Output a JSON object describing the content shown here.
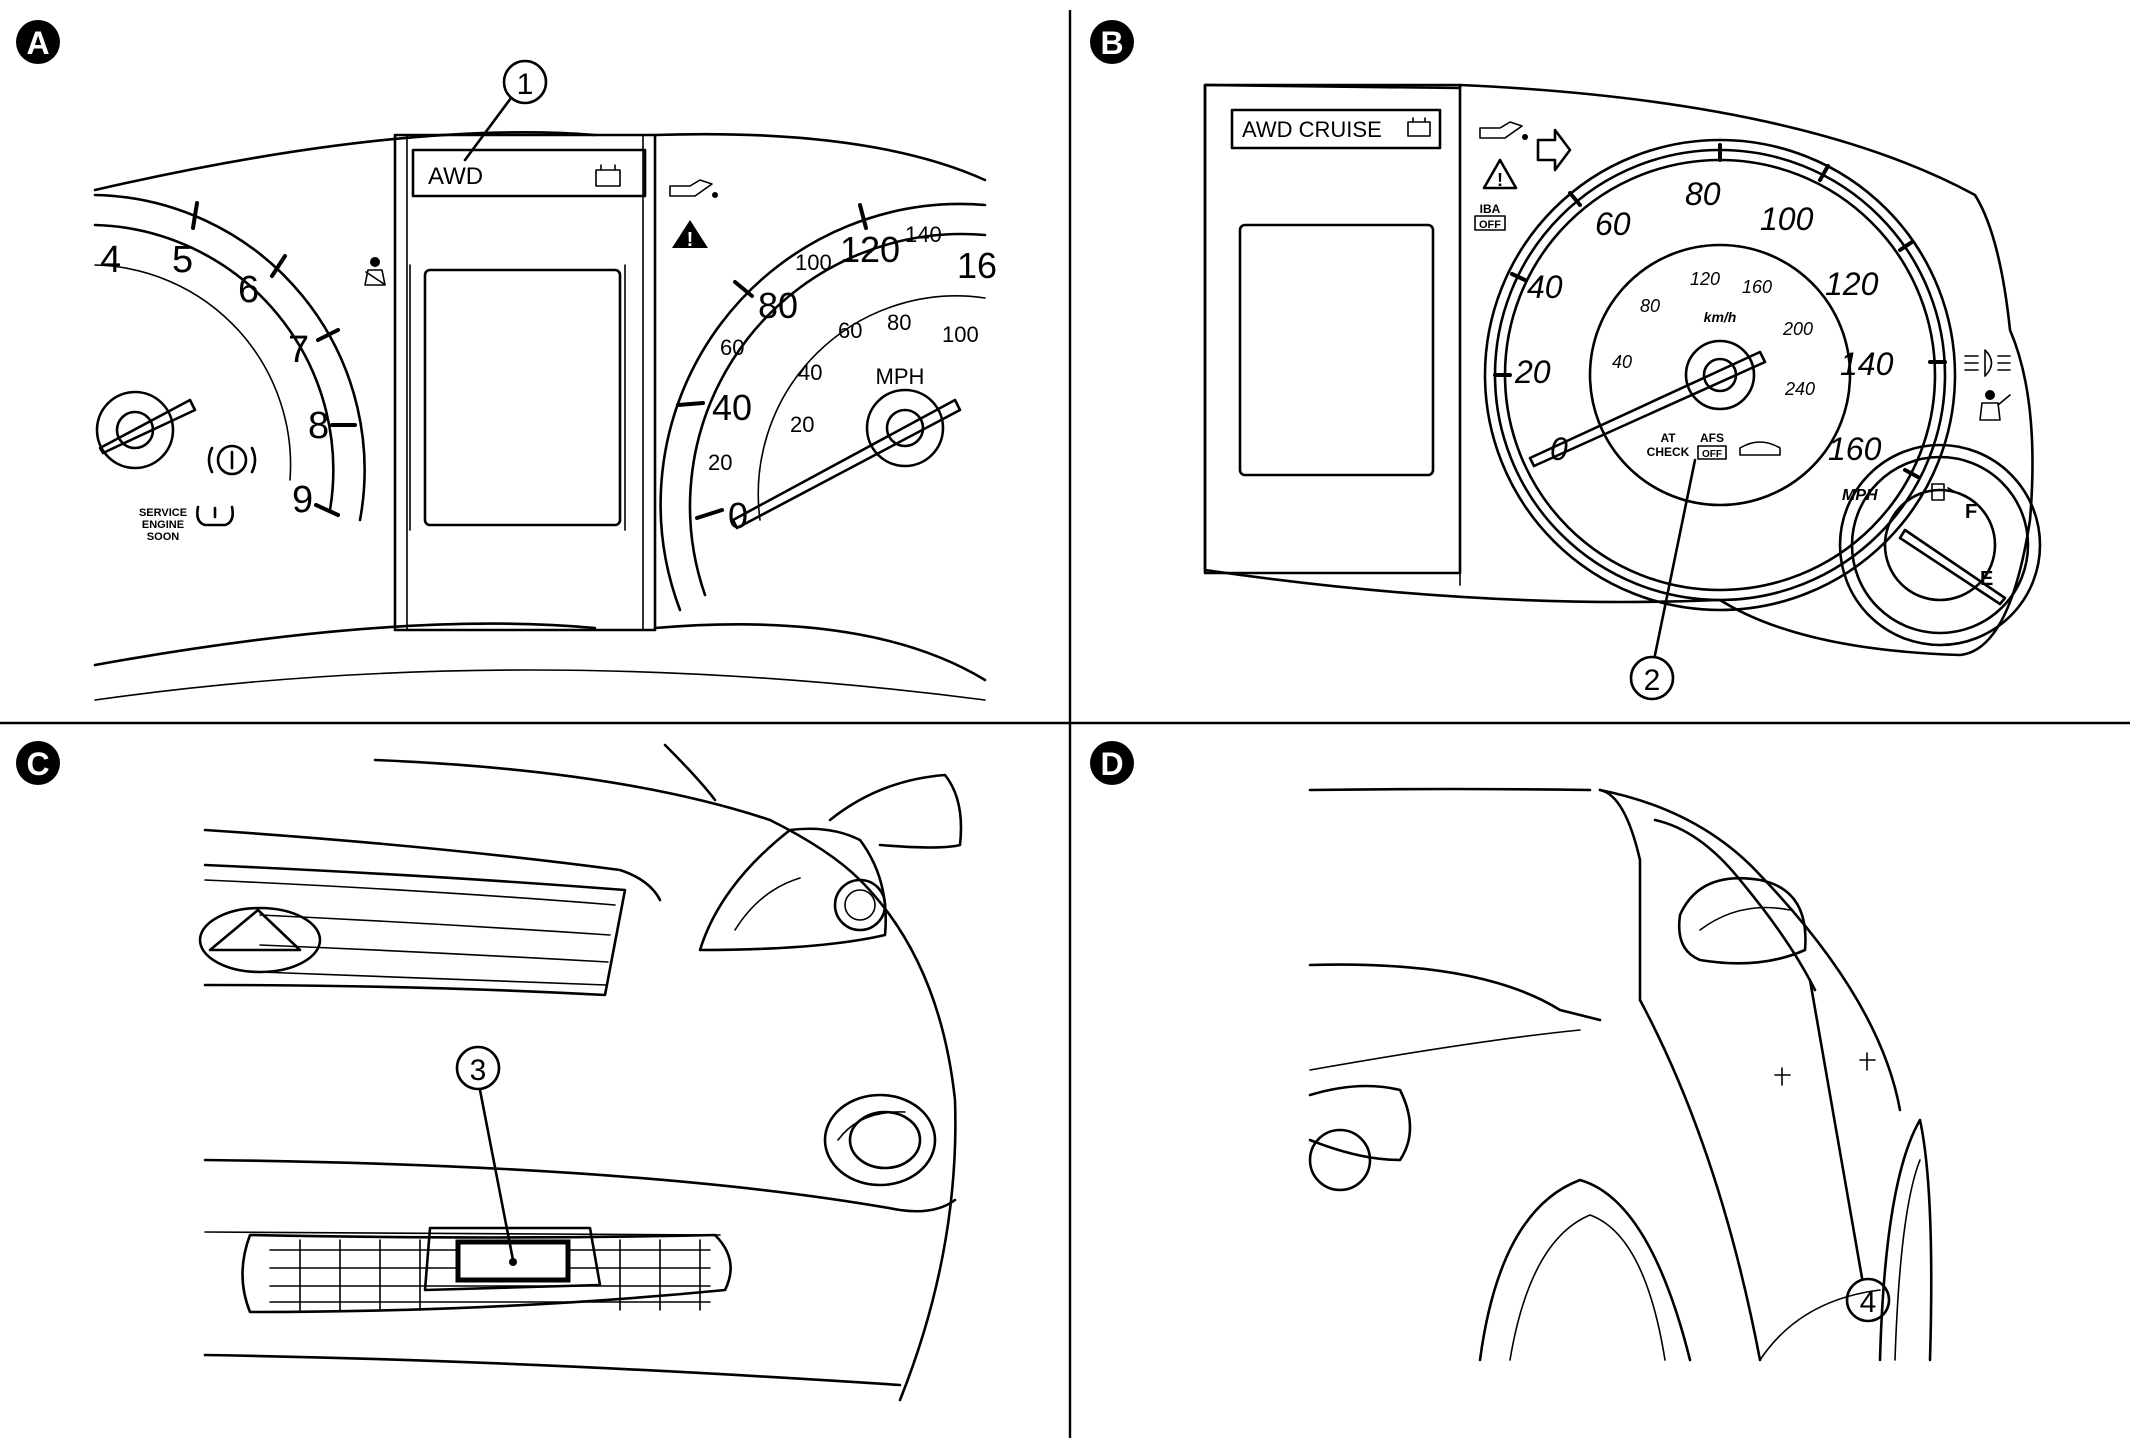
{
  "panels": {
    "a": {
      "letter": "A",
      "callout": "1",
      "info_display_text": "AWD",
      "tach_numbers": [
        "4",
        "5",
        "6",
        "7",
        "8",
        "9"
      ],
      "speed_mph_numbers": [
        "0",
        "40",
        "80",
        "120",
        "16"
      ],
      "speed_mph_minor": [
        "20",
        "60",
        "100",
        "140"
      ],
      "speed_kmh_numbers": [
        "20",
        "40",
        "60",
        "80",
        "100"
      ],
      "unit_label": "MPH",
      "warning_lines": [
        "SERVICE",
        "ENGINE",
        "SOON"
      ]
    },
    "b": {
      "letter": "B",
      "callout": "2",
      "info_display_text": "AWD  CRUISE",
      "mph_numbers": [
        "0",
        "20",
        "40",
        "60",
        "80",
        "100",
        "120",
        "140",
        "160"
      ],
      "kmh_numbers": [
        "40",
        "80",
        "120",
        "160",
        "200",
        "240"
      ],
      "kmh_label": "km/h",
      "mph_label": "MPH",
      "iba_top": "IBA",
      "iba_bottom": "OFF",
      "at_top": "AT",
      "at_bottom": "CHECK",
      "afs_top": "AFS",
      "afs_bottom": "OFF",
      "fuel_full": "F",
      "fuel_empty": "E"
    },
    "c": {
      "letter": "C",
      "callout": "3"
    },
    "d": {
      "letter": "D",
      "callout": "4"
    }
  },
  "colors": {
    "ink": "#000000",
    "paper": "#ffffff"
  }
}
